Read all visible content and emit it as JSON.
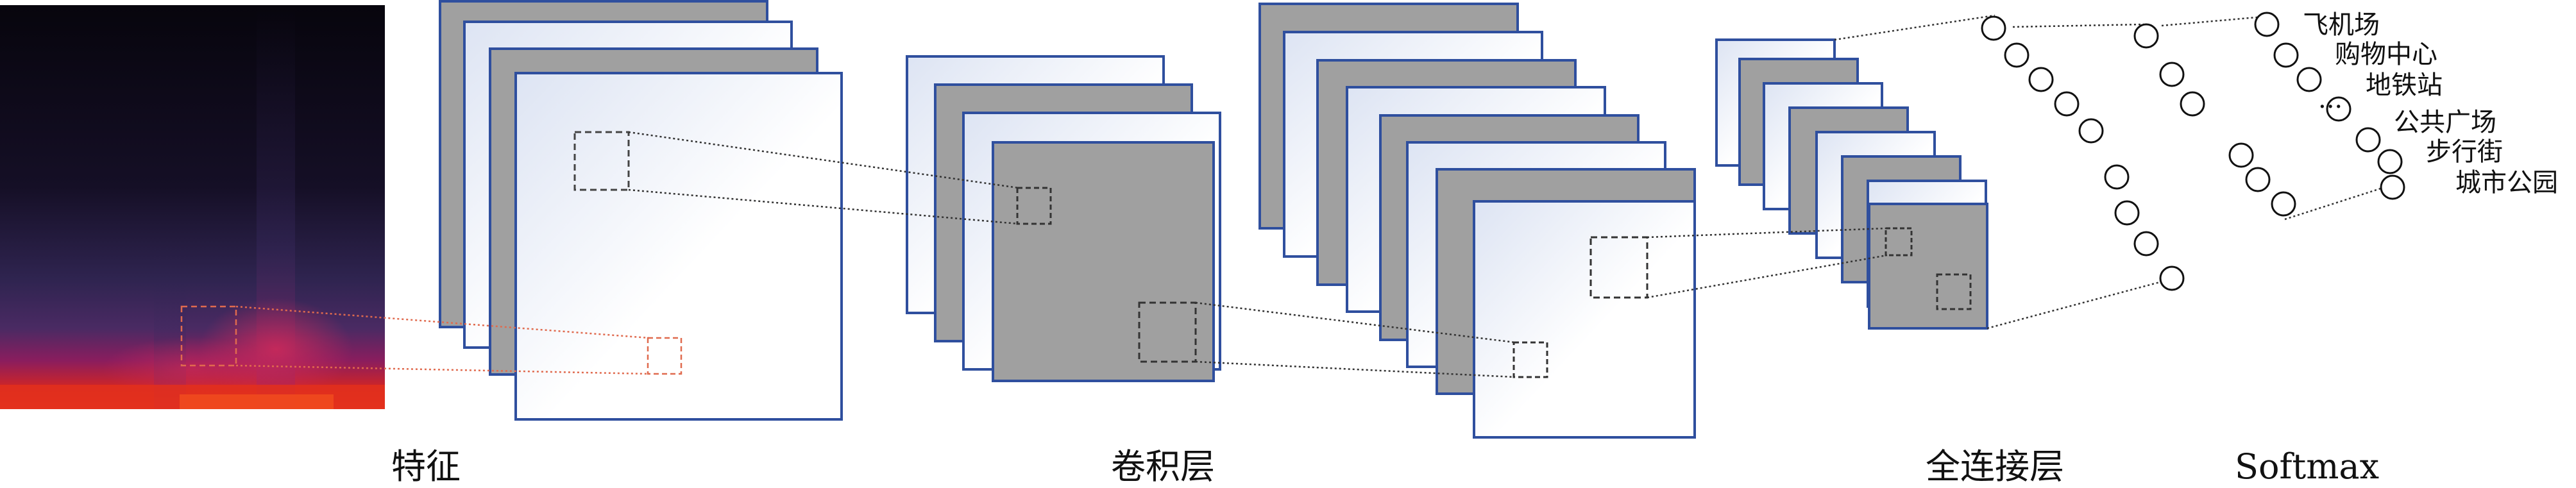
{
  "captions": {
    "feature": "特征",
    "conv": "卷积层",
    "fc": "全连接层",
    "softmax": "Softmax"
  },
  "classes": [
    "飞机场",
    "购物中心",
    "地铁站",
    "...",
    "公共广场",
    "步行街",
    "城市公园"
  ],
  "colors": {
    "frame_border": "#2f4f9e",
    "gray_fill": "#a0a0a0",
    "spectro_dark": "#0b0714",
    "spectro_purple": "#3b2557",
    "spectro_magenta": "#9c1f64",
    "spectro_red": "#e0231c",
    "dashed_red": "#e06a4e"
  }
}
